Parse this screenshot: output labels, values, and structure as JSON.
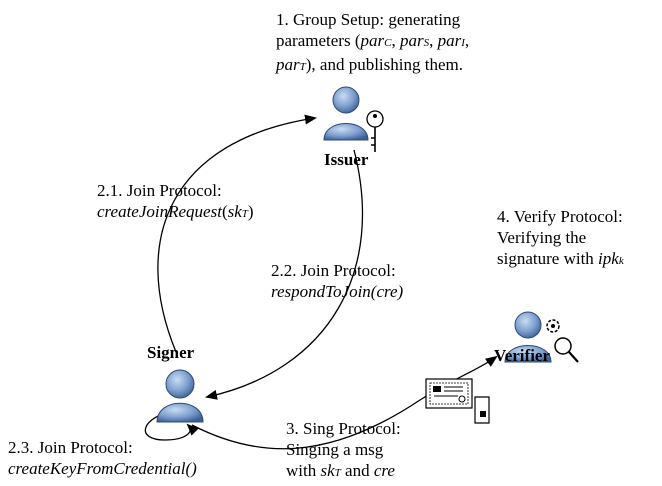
{
  "diagram": {
    "actors": {
      "issuer": {
        "label": "Issuer",
        "icon": "issuer-with-key-icon"
      },
      "signer": {
        "label": "Signer",
        "icon": "signer-person-icon"
      },
      "verifier": {
        "label": "Verifier",
        "icon": "verifier-with-gear-magnifier-icon"
      }
    },
    "steps": {
      "group_setup": {
        "l1": "1. Group Setup: generating",
        "l2a": "parameters (",
        "parc": "par",
        "parc_sub": "C",
        "sep1": ", ",
        "pars": "par",
        "pars_sub": "S",
        "sep2": ", ",
        "pari": "par",
        "pari_sub": "I",
        "sep3": ",",
        "part": "par",
        "part_sub": "T",
        "l3b": "), and publishing them."
      },
      "join_request": {
        "l1": "2.1. Join Protocol:",
        "fn": "createJoinRequest",
        "open": "(",
        "arg": "sk",
        "arg_sub": "T",
        "close": ")"
      },
      "respond_join": {
        "l1": "2.2. Join Protocol:",
        "l2": "respondToJoin(cre)"
      },
      "create_key": {
        "l1": "2.3. Join Protocol:",
        "l2": "createKeyFromCredential()"
      },
      "sign": {
        "l1": "3. Sing Protocol:",
        "l2": "Singing a msg",
        "l3a": "with ",
        "arg": "sk",
        "arg_sub": "T",
        "l3b": " and ",
        "cre": "cre"
      },
      "verify": {
        "l1": "4. Verify Protocol:",
        "l2": "Verifying the",
        "l3a": "signature with ",
        "ipk": "ipk",
        "ipk_sub": "k"
      }
    },
    "colors": {
      "person": "#7a9ccc",
      "person_dark": "#3d5f92",
      "line": "#000000"
    }
  }
}
